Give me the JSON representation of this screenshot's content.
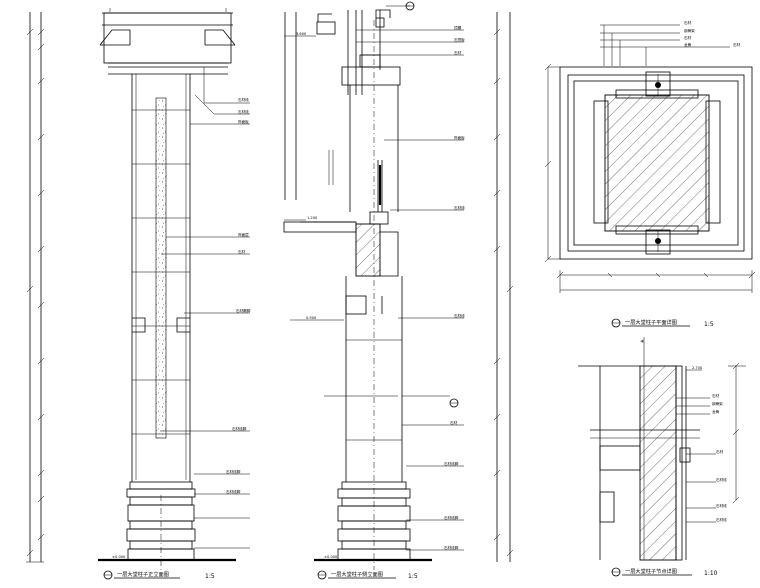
{
  "drawings": {
    "column_elevation_a": {
      "title": "一层大堂柱子正立面图",
      "scale": "1:5",
      "labels": [
        "石材线",
        "石材线",
        "饰面板",
        "饰面层",
        "石材",
        "石材踢脚",
        "石材线脚",
        "石材线脚",
        "石材线脚"
      ],
      "level_mark": "±0.000"
    },
    "column_elevation_b": {
      "title": "一层大堂柱子侧立面图",
      "scale": "1:5",
      "labels": [
        "顶棚",
        "石膏板",
        "石材",
        "饰面板",
        "石材线",
        "石材线",
        "石材",
        "石材线脚",
        "石材线脚",
        "石材线脚"
      ],
      "level_mark": "±0.000",
      "top_mark": "3.600",
      "ledge_mark": "1.200",
      "mid_mark": "0.900"
    },
    "column_plan": {
      "title": "一层大堂柱子平面详图",
      "scale": "1:5",
      "labels": [
        "石材",
        "钢骨架",
        "石材",
        "龙骨",
        "石材"
      ]
    },
    "column_detail": {
      "title": "一层大堂柱子节点详图",
      "scale": "1:10",
      "labels": [
        "石材",
        "钢骨架",
        "龙骨",
        "石材",
        "石材线",
        "石材线",
        "石材线"
      ],
      "top_mark": "2.700"
    }
  }
}
